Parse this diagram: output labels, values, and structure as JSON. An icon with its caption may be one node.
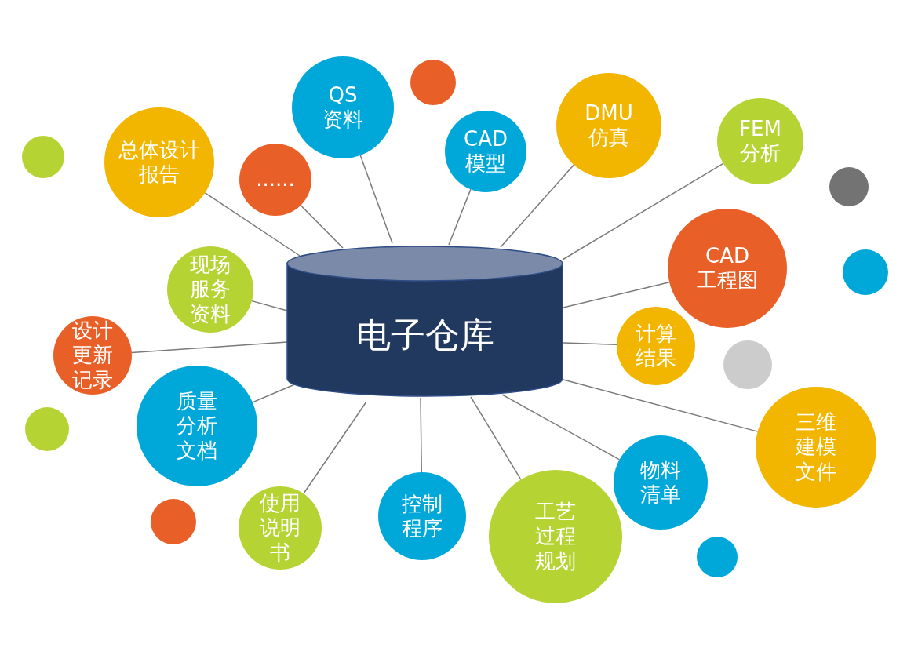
{
  "diagram": {
    "nodes": [
      {
        "text": [
          "电子仓库"
        ]
      },
      {
        "text": [],
        "shape": "circle"
      },
      {
        "text": [
          "QS 资料"
        ]
      },
      {
        "text": [],
        "shape": "circle"
      },
      {
        "text": [
          "DMU 仿真"
        ]
      },
      {
        "text": [
          "FEM 分析"
        ]
      },
      {
        "text": [
          "CAD 模型"
        ]
      },
      {
        "text": [
          "总体设计报告"
        ]
      },
      {
        "text": [
          "......"
        ]
      },
      {
        "text": [],
        "shape": "circle"
      },
      {
        "text": [
          "CAD 工程图"
        ]
      },
      {
        "text": [],
        "shape": "circle"
      },
      {
        "text": [
          "现场服务资料"
        ]
      },
      {
        "text": [
          "计算结果"
        ]
      },
      {
        "text": [
          "设计更新记录"
        ]
      },
      {
        "text": [],
        "shape": "circle"
      },
      {
        "text": [
          "质量分析文档"
        ]
      },
      {
        "text": [],
        "shape": "circle"
      },
      {
        "text": [
          "三维建模文件"
        ]
      },
      {
        "text": [
          "物料清单"
        ]
      },
      {
        "text": [
          "控制程序"
        ]
      },
      {
        "text": [
          "使用说明书"
        ]
      },
      {
        "text": [],
        "shape": "circle"
      },
      {
        "text": [
          "工艺过程规划"
        ]
      },
      {
        "text": [],
        "shape": "circle"
      }
    ],
    "edges": [
      {
        "from": 0,
        "to": 7,
        "arrow": "none"
      },
      {
        "from": 0,
        "to": 8,
        "arrow": "none"
      },
      {
        "from": 0,
        "to": 2,
        "arrow": "none"
      },
      {
        "from": 0,
        "to": 6,
        "arrow": "none"
      },
      {
        "from": 0,
        "to": 4,
        "arrow": "none"
      },
      {
        "from": 0,
        "to": 5,
        "arrow": "none"
      },
      {
        "from": 0,
        "to": 10,
        "arrow": "none"
      },
      {
        "from": 0,
        "to": 13,
        "arrow": "none"
      },
      {
        "from": 0,
        "to": 18,
        "arrow": "none"
      },
      {
        "from": 0,
        "to": 19,
        "arrow": "none"
      },
      {
        "from": 0,
        "to": 23,
        "arrow": "none"
      },
      {
        "from": 0,
        "to": 20,
        "arrow": "none"
      },
      {
        "from": 0,
        "to": 21,
        "arrow": "none"
      },
      {
        "from": 0,
        "to": 16,
        "arrow": "none"
      },
      {
        "from": 0,
        "to": 14,
        "arrow": "none"
      },
      {
        "from": 0,
        "to": 12,
        "arrow": "none"
      }
    ]
  }
}
